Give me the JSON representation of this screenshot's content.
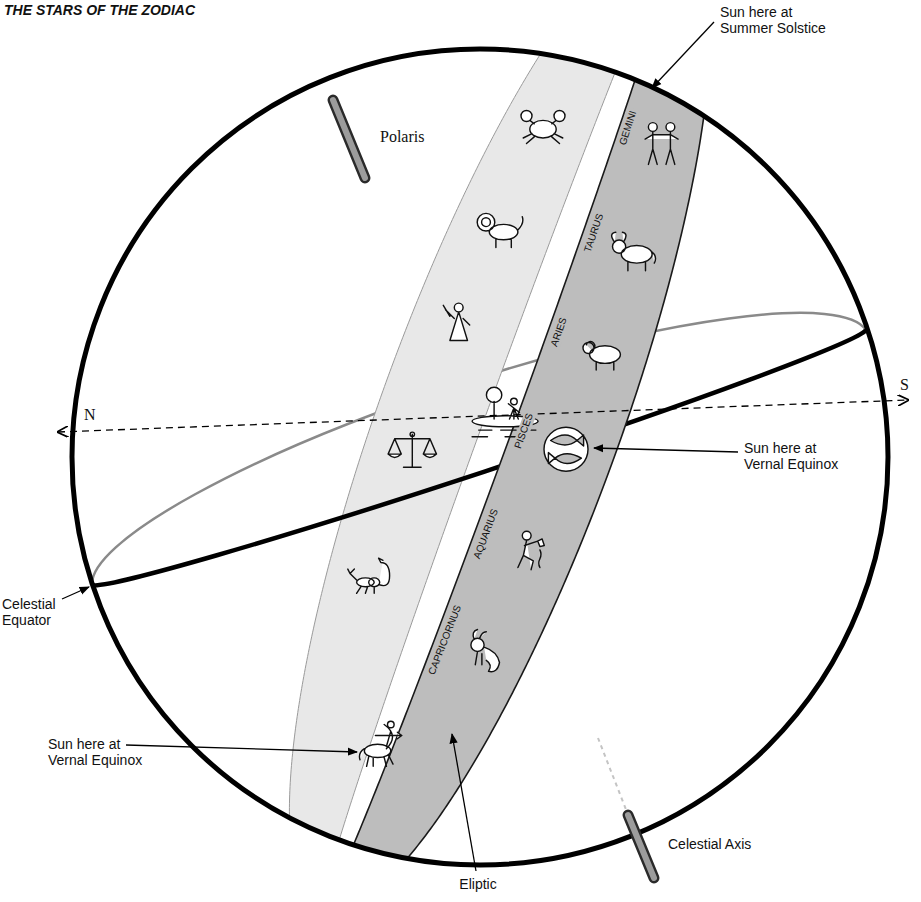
{
  "diagram": {
    "title": "THE STARS OF THE ZODIAC",
    "labels": [
      "Sun here at Summer Solstice",
      "Polaris",
      "N",
      "S",
      "GEMINI",
      "TAURUS",
      "ARIES",
      "PISCES",
      "AQUARIUS",
      "CAPRICORNUS",
      "Sun here at Vernal Equinox",
      "Celestial Equator",
      "Sun here at Vernal Equinox",
      "Celestial Axis",
      "Eliptic"
    ]
  }
}
